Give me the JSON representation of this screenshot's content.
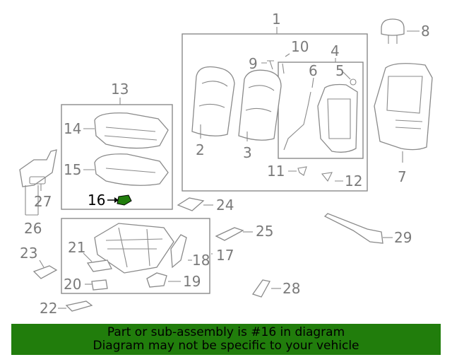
{
  "diagram": {
    "callouts": [
      "1",
      "2",
      "3",
      "4",
      "5",
      "6",
      "7",
      "8",
      "9",
      "10",
      "11",
      "12",
      "13",
      "14",
      "15",
      "16",
      "17",
      "18",
      "19",
      "20",
      "21",
      "22",
      "23",
      "24",
      "25",
      "26",
      "27",
      "28",
      "29"
    ],
    "highlighted_part": "16",
    "highlight_color": "#217d0c",
    "banner_color": "#217d0c"
  },
  "banner": {
    "line1": "Part or sub-assembly is #16 in diagram",
    "line2": "Diagram may not be specific to your vehicle"
  }
}
